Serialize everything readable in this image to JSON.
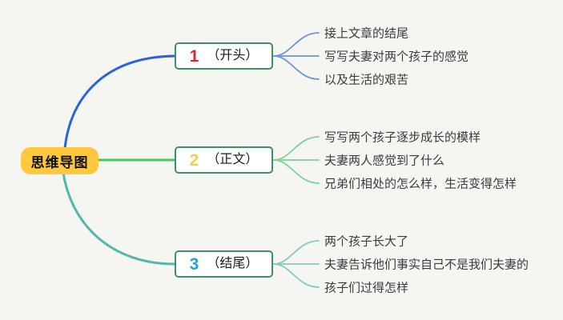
{
  "title": "思维导图",
  "colors": {
    "background": "#F5F5F2",
    "root_bg": "#FFC83D",
    "node_border": "#3E8E68",
    "leaf_text": "#3B3B3B"
  },
  "root": {
    "label": "思维导图"
  },
  "branches": [
    {
      "number": "1",
      "number_color": "#E0232E",
      "label": "（开头）",
      "line_color": "#2B62E0",
      "fan_color": "#6E92DB",
      "children": [
        "接上文章的结尾",
        "写写夫妻对两个孩子的感觉",
        "以及生活的艰苦"
      ]
    },
    {
      "number": "2",
      "number_color": "#EFCE5B",
      "label": "（正文）",
      "line_color": "#41C85E",
      "fan_color": "#7FD194",
      "children": [
        "写写两个孩子逐步成长的模样",
        "夫妻两人感觉到了什么",
        "兄弟们相处的怎么样，生活变得怎样"
      ]
    },
    {
      "number": "3",
      "number_color": "#2E9BE0",
      "label": "（结尾）",
      "line_color": "#54B7A8",
      "fan_color": "#82CBBD",
      "children": [
        "两个孩子长大了",
        "夫妻告诉他们事实自己不是我们夫妻的",
        "孩子们过得怎样"
      ]
    }
  ]
}
